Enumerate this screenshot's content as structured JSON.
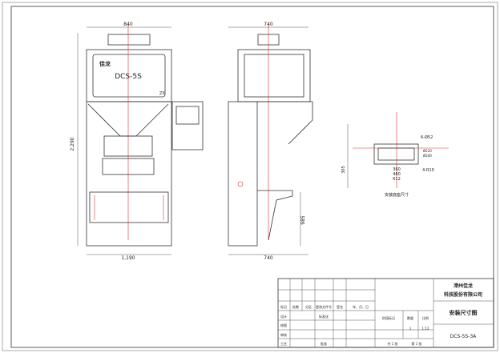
{
  "front_view": {
    "width_top": "840",
    "height": "2,290",
    "width_bottom": "1,190",
    "model_label": "DCS-5S",
    "logo_text": "佳龙",
    "badge": "ZX"
  },
  "side_view": {
    "width_top": "740",
    "width_bottom": "740",
    "height_to_table": "985"
  },
  "base_view": {
    "holes": "6-Ø52",
    "dia_a": "Ø220",
    "dia_b": "Ø200",
    "dim_1": "360",
    "dim_2": "460",
    "dim_3": "612",
    "radius": "4-R10",
    "height": "305",
    "caption": "安装底座尺寸"
  },
  "title_block": {
    "company_line1": "漳州佳龙",
    "company_line2": "科技股份有限公司",
    "drawing_title": "安装尺寸图",
    "drawing_no": "DCS-5S-3A",
    "rev_headers": [
      "标记",
      "处数",
      "分区",
      "更改文件号",
      "签名",
      "年、月、日"
    ],
    "row_labels": [
      "设计",
      "校图",
      "审核",
      "工艺"
    ],
    "std_label": "标准化",
    "approve_label": "批准",
    "stage_label": "阶段标记",
    "weight_label": "数量",
    "scale_label": "比例",
    "weight_value": "1",
    "scale_value": "1:12",
    "sheets": "共 1 张",
    "sheet_no": "第 1 张"
  }
}
